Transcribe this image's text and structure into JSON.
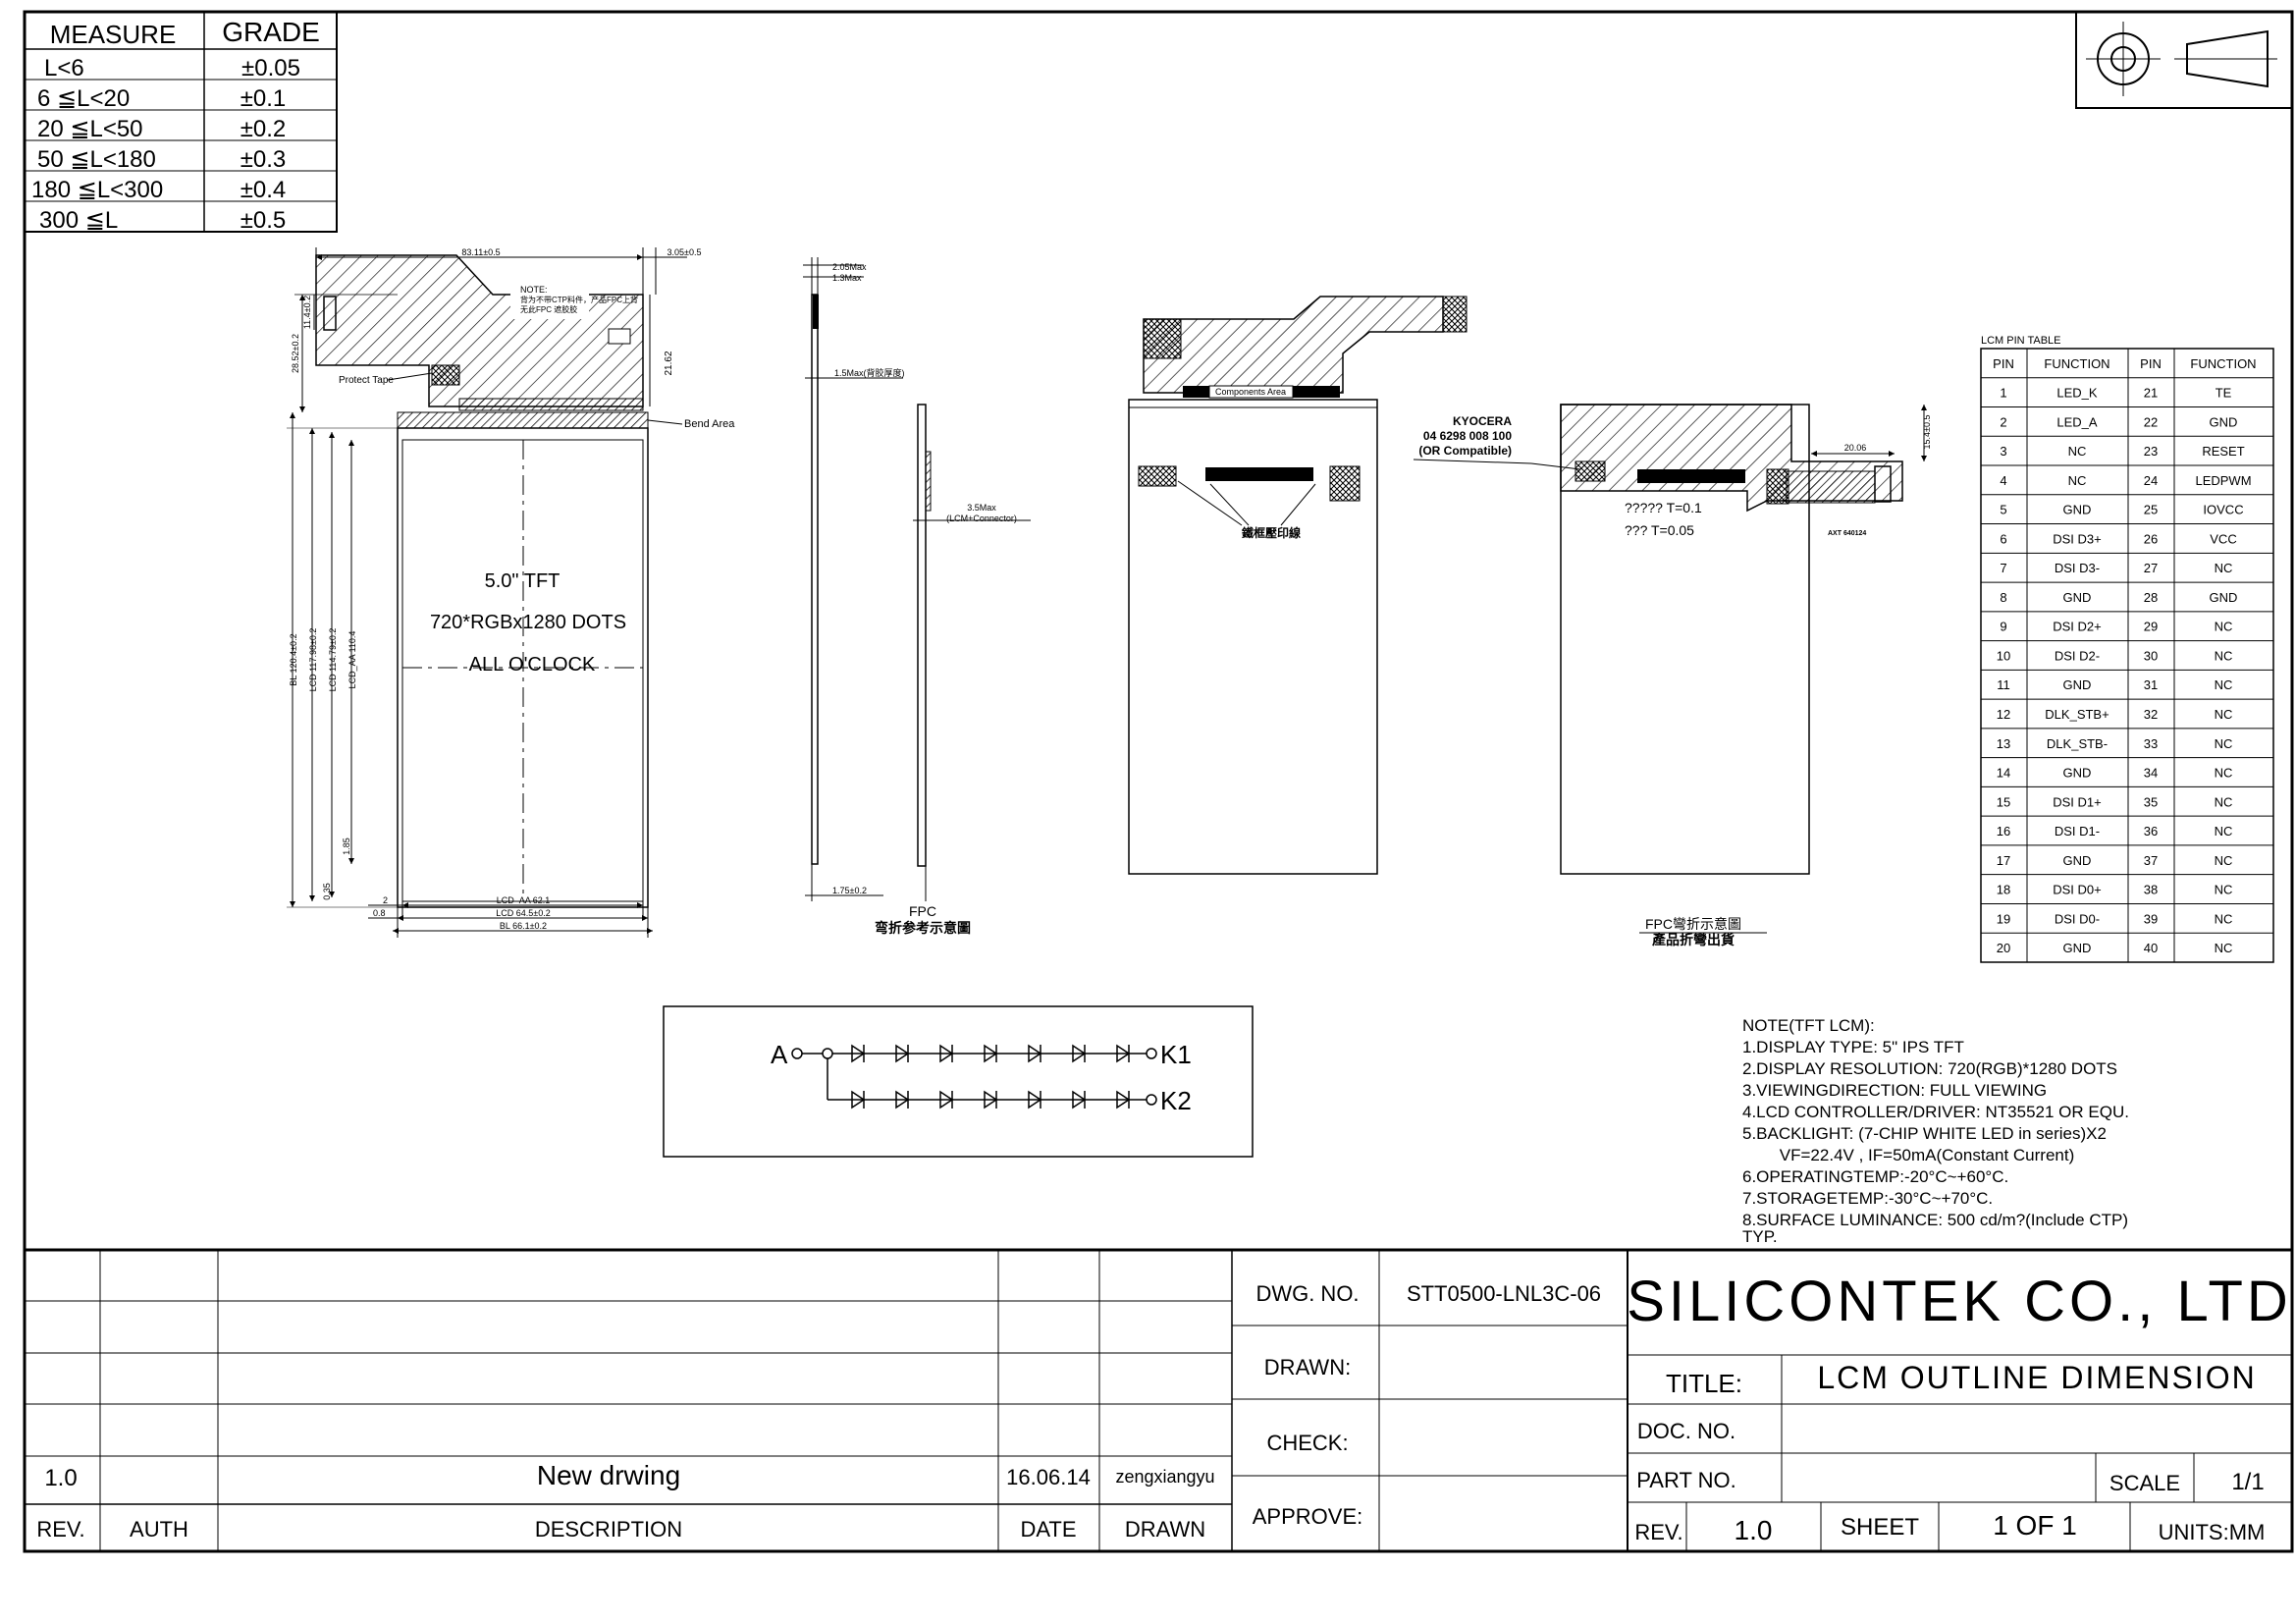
{
  "tolerance": {
    "headers": [
      "MEASURE",
      "GRADE"
    ],
    "rows": [
      [
        "L<6",
        "±0.05"
      ],
      [
        "6 ≦L<20",
        "±0.1"
      ],
      [
        "20 ≦L<50",
        "±0.2"
      ],
      [
        "50 ≦L<180",
        "±0.3"
      ],
      [
        "180 ≦L<300",
        "±0.4"
      ],
      [
        "300 ≦L",
        "±0.5"
      ]
    ]
  },
  "front_view": {
    "dim_top": "83.11±0.5",
    "dim_top_right": "3.05±0.5",
    "note": [
      "NOTE:",
      "背为不带CTP料件，产品FPC上背",
      "无此FPC 遮胶胶"
    ],
    "protect_tape": "Protect Tape",
    "bend_area": "Bend Area",
    "dim_fpc_h": "28.52±0.2",
    "dim_small": "11.4±0.2",
    "dim_21": "21.62",
    "panel_lines": [
      "5.0\" TFT",
      "720*RGBx1280 DOTS",
      "ALL O'CLOCK"
    ],
    "dims_left": [
      "BL 120.4±0.2",
      "LCD 117.98±0.2",
      "LCD 114.79±0.2",
      "LCD_AA 110.4"
    ],
    "dim_185": "1.85",
    "dim_035": "0.35",
    "dim_2": "2",
    "dim_08": "0.8",
    "dims_bottom": [
      "LCD_AA 62.1",
      "LCD 64.5±0.2",
      "BL 66.1±0.2"
    ]
  },
  "side_view": {
    "dim_a": "2.05Max",
    "dim_b": "1.3Max",
    "dim_c": "1.5Max(背胶厚度)",
    "dim_d": "3.5Max",
    "dim_d2": "(LCM+Connector)",
    "dim_e": "1.75±0.2",
    "caption1": "FPC",
    "caption2": "弯折参考示意圖"
  },
  "back_view_1": {
    "components": "Components Area",
    "label": "鐵框壓印線"
  },
  "back_view_2": {
    "kyocera": [
      "KYOCERA",
      "04 6298 008 100",
      "(OR Compatible)"
    ],
    "t1": "????? T=0.1",
    "t2": "??? T=0.05",
    "dim_20": "20.06",
    "dim_15": "15.4±0.5",
    "axt": "AXT 640124",
    "caption1": "FPC彎折示意圖",
    "caption2": "產品折彎出貨"
  },
  "circuit": {
    "anode": "A",
    "k1": "K1",
    "k2": "K2"
  },
  "pin_table": {
    "title": "LCM PIN TABLE",
    "headers": [
      "PIN",
      "FUNCTION",
      "PIN",
      "FUNCTION"
    ],
    "rows": [
      [
        "1",
        "LED_K",
        "21",
        "TE"
      ],
      [
        "2",
        "LED_A",
        "22",
        "GND"
      ],
      [
        "3",
        "NC",
        "23",
        "RESET"
      ],
      [
        "4",
        "NC",
        "24",
        "LEDPWM"
      ],
      [
        "5",
        "GND",
        "25",
        "IOVCC"
      ],
      [
        "6",
        "DSI D3+",
        "26",
        "VCC"
      ],
      [
        "7",
        "DSI D3-",
        "27",
        "NC"
      ],
      [
        "8",
        "GND",
        "28",
        "GND"
      ],
      [
        "9",
        "DSI D2+",
        "29",
        "NC"
      ],
      [
        "10",
        "DSI D2-",
        "30",
        "NC"
      ],
      [
        "11",
        "GND",
        "31",
        "NC"
      ],
      [
        "12",
        "DLK_STB+",
        "32",
        "NC"
      ],
      [
        "13",
        "DLK_STB-",
        "33",
        "NC"
      ],
      [
        "14",
        "GND",
        "34",
        "NC"
      ],
      [
        "15",
        "DSI D1+",
        "35",
        "NC"
      ],
      [
        "16",
        "DSI D1-",
        "36",
        "NC"
      ],
      [
        "17",
        "GND",
        "37",
        "NC"
      ],
      [
        "18",
        "DSI D0+",
        "38",
        "NC"
      ],
      [
        "19",
        "DSI D0-",
        "39",
        "NC"
      ],
      [
        "20",
        "GND",
        "40",
        "NC"
      ]
    ]
  },
  "notes": {
    "title": "NOTE(TFT LCM):",
    "lines": [
      "1.DISPLAY TYPE: 5\" IPS TFT",
      "2.DISPLAY RESOLUTION: 720(RGB)*1280 DOTS",
      "3.VIEWINGDIRECTION: FULL VIEWING",
      "4.LCD CONTROLLER/DRIVER: NT35521 OR EQU.",
      "5.BACKLIGHT: (7-CHIP WHITE LED in series)X2",
      "        VF=22.4V , IF=50mA(Constant Current)",
      "6.OPERATINGTEMP:-20°C~+60°C.",
      "7.STORAGETEMP:-30°C~+70°C.",
      "8.SURFACE LUMINANCE: 500 cd/m?(Include CTP)",
      "TYP."
    ]
  },
  "title_block": {
    "rev_value": "1.0",
    "desc_value": "New drwing",
    "date_value": "16.06.14",
    "drawn_value": "zengxiangyu",
    "rev_label": "REV.",
    "auth_label": "AUTH",
    "desc_label": "DESCRIPTION",
    "date_label": "DATE",
    "drawn_label": "DRAWN",
    "dwg_no_label": "DWG. NO.",
    "dwg_no_value": "STT0500-LNL3C-06",
    "drawn_row": "DRAWN:",
    "check_row": "CHECK:",
    "approve_row": "APPROVE:",
    "company": "SILICONTEK CO., LTD",
    "title_label": "TITLE:",
    "title_value": "LCM OUTLINE DIMENSION",
    "doc_no": "DOC. NO.",
    "part_no": "PART NO.",
    "scale_label": "SCALE",
    "scale_value": "1/1",
    "rev2_label": "REV.",
    "rev2_value": "1.0",
    "sheet_label": "SHEET",
    "sheet_value": "1 OF 1",
    "units": "UNITS:MM"
  }
}
